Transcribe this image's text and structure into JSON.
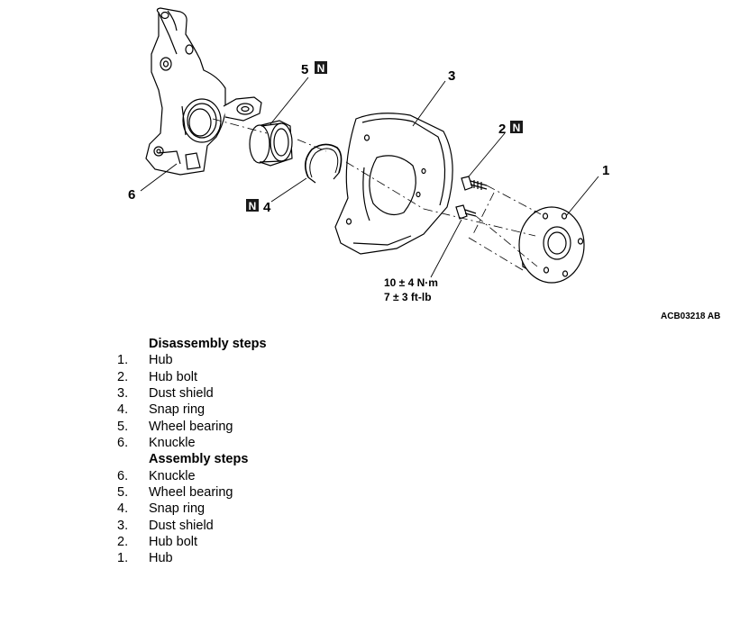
{
  "figure": {
    "callouts": {
      "c1": "1",
      "c2": "2",
      "c3": "3",
      "c4": "4",
      "c5": "5",
      "c6": "6"
    },
    "n_badge": "N",
    "torque_line1": "10 ± 4 N·m",
    "torque_line2": "7 ± 3 ft-lb",
    "figure_id": "ACB03218 AB"
  },
  "disassembly": {
    "heading": "Disassembly steps",
    "steps": [
      {
        "num": "1.",
        "label": "Hub"
      },
      {
        "num": "2.",
        "label": "Hub bolt"
      },
      {
        "num": "3.",
        "label": "Dust shield"
      },
      {
        "num": "4.",
        "label": "Snap ring"
      },
      {
        "num": "5.",
        "label": "Wheel bearing"
      },
      {
        "num": "6.",
        "label": "Knuckle"
      }
    ]
  },
  "assembly": {
    "heading": "Assembly steps",
    "steps": [
      {
        "num": "6.",
        "label": "Knuckle"
      },
      {
        "num": "5.",
        "label": "Wheel bearing"
      },
      {
        "num": "4.",
        "label": "Snap ring"
      },
      {
        "num": "3.",
        "label": "Dust shield"
      },
      {
        "num": "2.",
        "label": "Hub bolt"
      },
      {
        "num": "1.",
        "label": "Hub"
      }
    ]
  }
}
